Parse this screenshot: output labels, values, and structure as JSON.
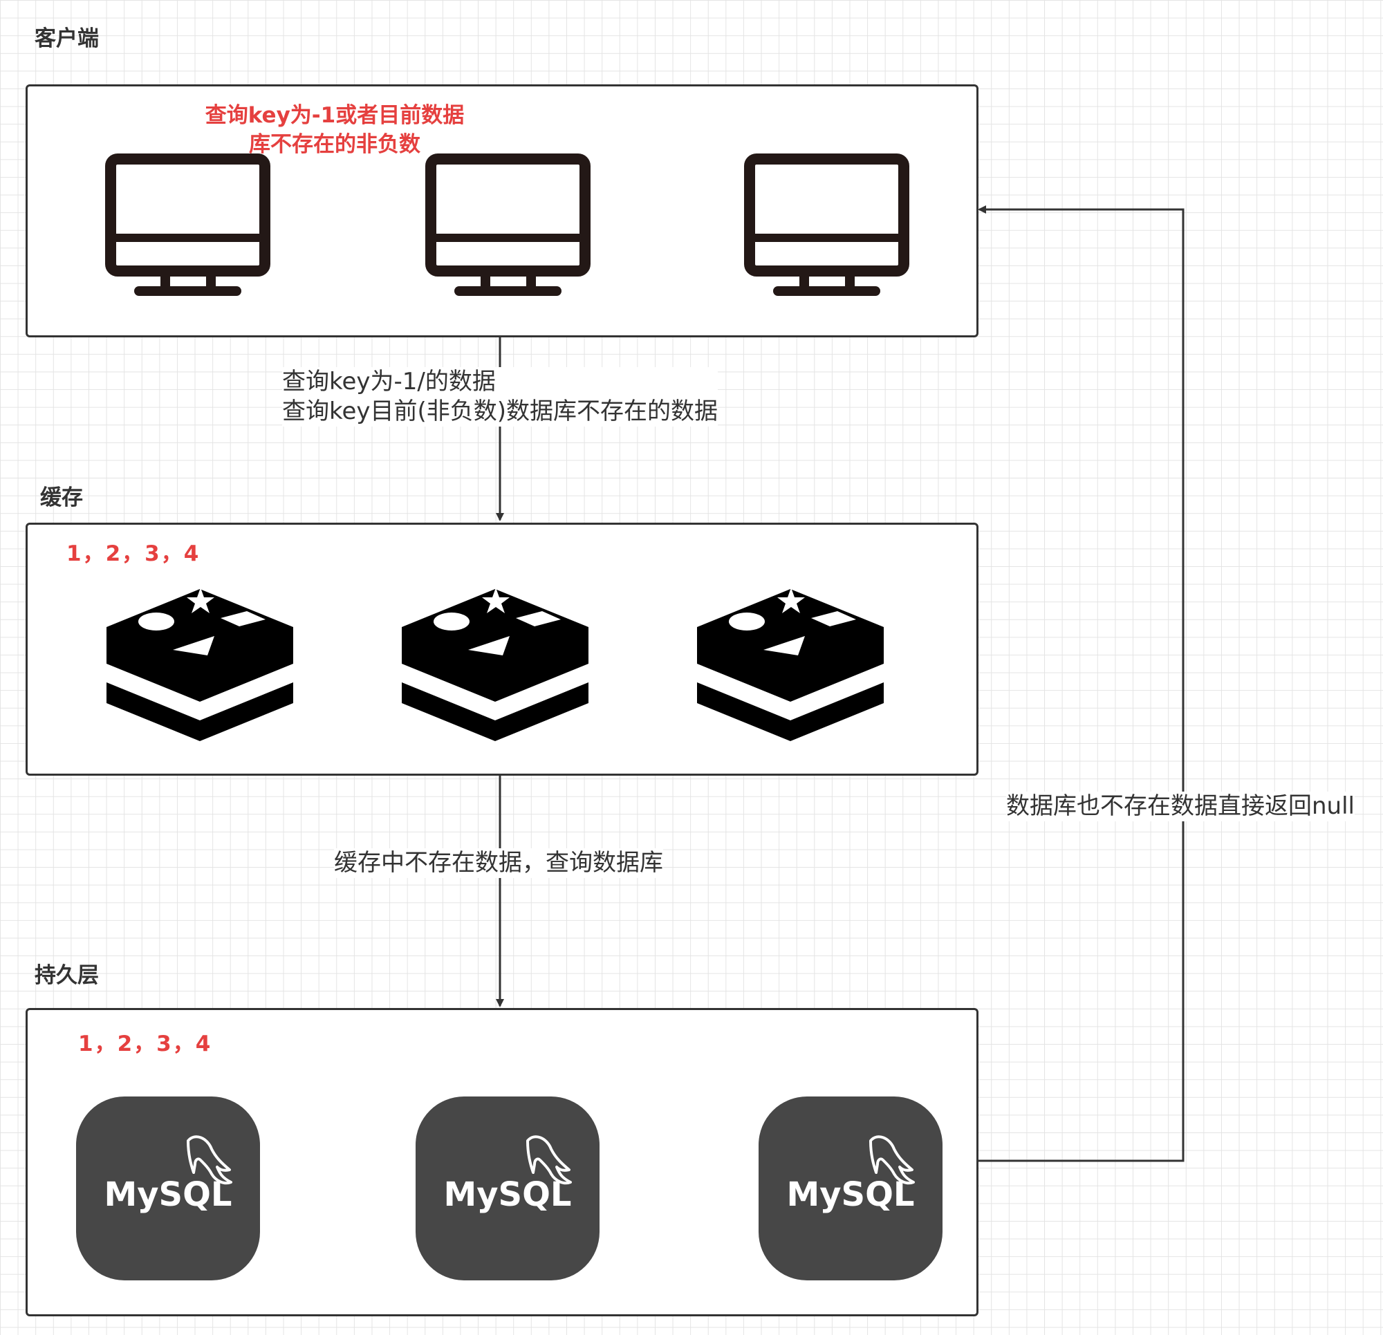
{
  "tiers": {
    "client": {
      "title": "客户端",
      "note_line1": "查询key为-1或者目前数据",
      "note_line2": "库不存在的非负数",
      "icons": [
        "monitor-icon",
        "monitor-icon",
        "monitor-icon"
      ]
    },
    "cache": {
      "title": "缓存",
      "keys": "1，2，3，4",
      "icons": [
        "redis-icon",
        "redis-icon",
        "redis-icon"
      ]
    },
    "persistence": {
      "title": "持久层",
      "keys": "1，2，3，4",
      "icons": [
        "mysql-icon",
        "mysql-icon",
        "mysql-icon"
      ],
      "logo_text": "MySQL"
    }
  },
  "flows": {
    "client_to_cache_line1": "查询key为-1/的数据",
    "client_to_cache_line2": "查询key目前(非负数)数据库不存在的数据",
    "cache_to_db": "缓存中不存在数据，查询数据库",
    "db_to_client": "数据库也不存在数据直接返回null"
  },
  "colors": {
    "note_red": "#e5403f",
    "border": "#333333",
    "grid": "#e4e4e4",
    "mysql_tile": "#474747"
  }
}
